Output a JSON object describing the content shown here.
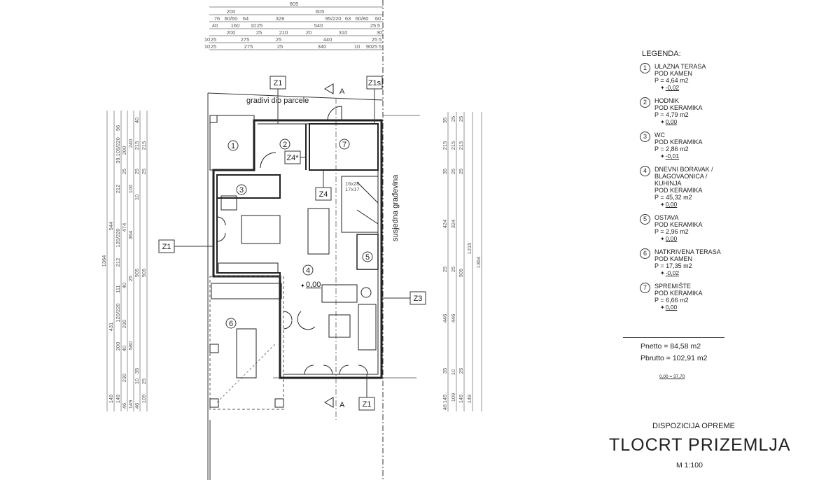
{
  "dimensions": {
    "top": [
      [
        "805"
      ],
      [
        "200",
        "605"
      ],
      [
        "76",
        "60/60",
        "64",
        "328",
        "95/220",
        "63",
        "60/80",
        "60"
      ],
      [
        "40",
        "160",
        "10",
        "25",
        "540",
        "25",
        "5"
      ],
      [
        "200",
        "25",
        "210",
        "20",
        "310",
        "30"
      ],
      [
        "10",
        "25",
        "275",
        "25",
        "440",
        "25",
        "5"
      ],
      [
        "10",
        "25",
        "275",
        "25",
        "340",
        "10",
        "90",
        "25",
        "5"
      ]
    ],
    "left": [
      [
        "1364"
      ],
      [
        "544",
        "431",
        "149"
      ],
      [
        "96",
        "39,105/220",
        "212",
        "120/220",
        "212",
        "111",
        "120/220",
        "200",
        "149"
      ],
      [
        "200",
        "25",
        "474",
        "40",
        "230",
        "40",
        "230",
        "46"
      ],
      [
        "240",
        "100",
        "364",
        "25",
        "580",
        "149"
      ],
      [
        "40",
        "215",
        "25",
        "10",
        "905",
        "35",
        "10",
        "46"
      ],
      [
        "215",
        "25",
        "905",
        "25",
        "109"
      ]
    ],
    "right": [
      [
        "35",
        "215",
        "35",
        "424",
        "25",
        "446",
        "35",
        "149",
        "46"
      ],
      [
        "25",
        "215",
        "25",
        "324",
        "25",
        "446",
        "10",
        "109"
      ],
      [
        "25",
        "215",
        "25",
        "905",
        "25",
        "149"
      ],
      [
        "1215",
        "149"
      ],
      [
        "1364"
      ]
    ]
  },
  "plan": {
    "parcel_label": "gradivi dio parcele",
    "neighbor_label": "susjedna građevina",
    "stair_label_1": "16x28",
    "stair_label_2": "17x17",
    "floor_elevation": "0,00",
    "section_marker": "A",
    "rooms": [
      "1",
      "2",
      "3",
      "4",
      "5",
      "6",
      "7"
    ],
    "tags": {
      "z1_top": "Z1",
      "z1s": "Z1s",
      "z1_left": "Z1",
      "z3": "Z3",
      "z1_bottom": "Z1",
      "z4": "Z4",
      "z4s": "Z4*"
    }
  },
  "legend": {
    "title": "LEGENDA:",
    "items": [
      {
        "num": "1",
        "name": [
          "ULAZNA TERASA"
        ],
        "floor": "POD KAMEN",
        "area": "P = 4,64 m2",
        "elev": "-0,02"
      },
      {
        "num": "2",
        "name": [
          "HODNIK"
        ],
        "floor": "POD KERAMIKA",
        "area": "P = 4,79 m2",
        "elev": "0,00"
      },
      {
        "num": "3",
        "name": [
          "WC"
        ],
        "floor": "POD KERAMIKA",
        "area": "P = 2,86 m2",
        "elev": "-0,01"
      },
      {
        "num": "4",
        "name": [
          "DNEVNI BORAVAK /",
          "BLAGOVAONICA /",
          "KUHINJA"
        ],
        "floor": "POD KERAMIKA",
        "area": "P = 45,32 m2",
        "elev": "0,00"
      },
      {
        "num": "5",
        "name": [
          "OSTAVA"
        ],
        "floor": "POD KERAMIKA",
        "area": "P = 2,96 m2",
        "elev": "0,00"
      },
      {
        "num": "6",
        "name": [
          "NATKRIVENA TERASA"
        ],
        "floor": "POD KAMEN",
        "area": "P =  17,35 m2",
        "elev": "-0,02"
      },
      {
        "num": "7",
        "name": [
          "SPREMIŠTE"
        ],
        "floor": "POD KERAMIKA",
        "area": "P = 6,66 m2",
        "elev": "0,00"
      }
    ],
    "pnetto": "Pnetto = 84,58 m2",
    "pbrutto": "Pbrutto = 102,91 m2",
    "base_elevation": "0,00 = 37,70"
  },
  "title": {
    "subtitle": "DISPOZICIJA OPREME",
    "main": "TLOCRT  PRIZEMLJA",
    "scale": "M 1:100"
  }
}
